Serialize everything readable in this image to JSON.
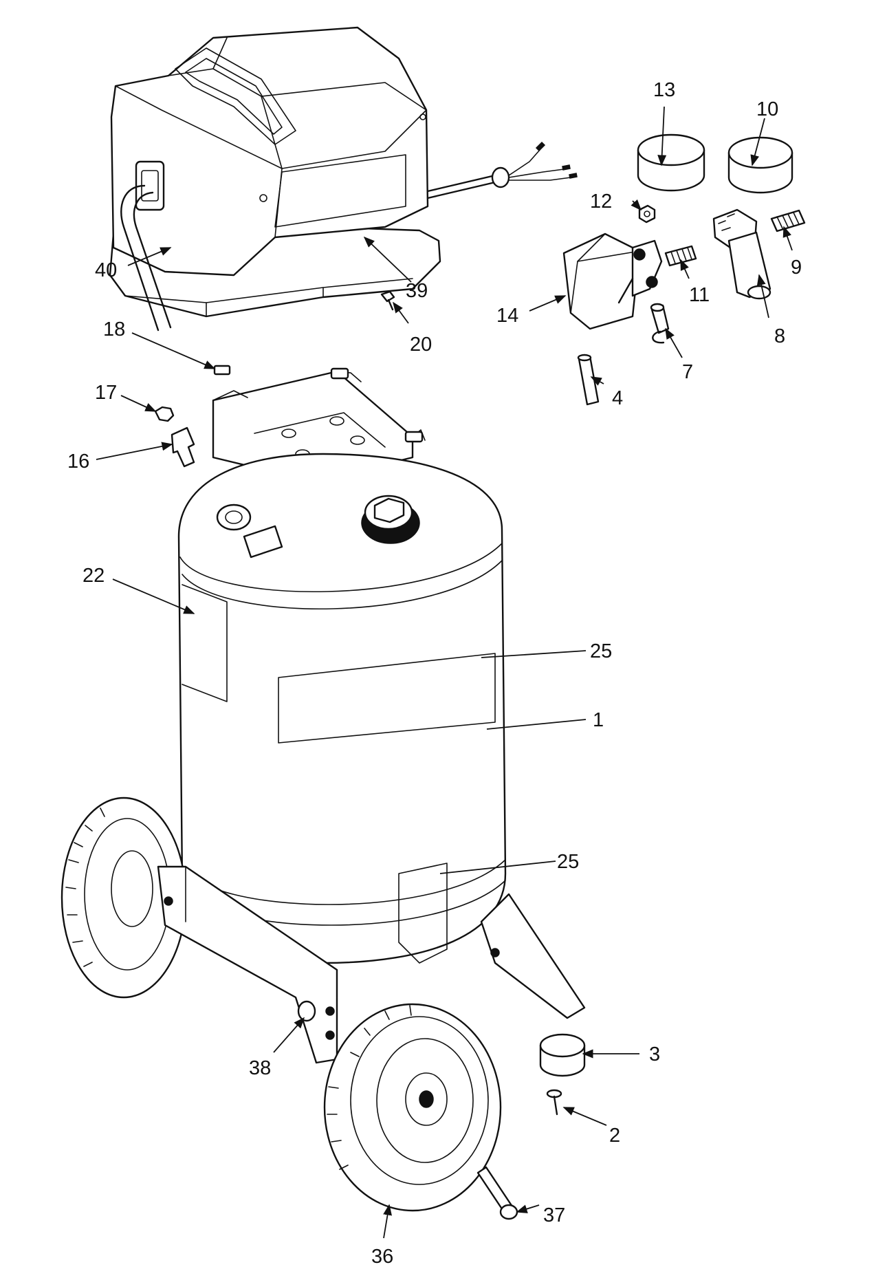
{
  "callouts": [
    {
      "id": "c13",
      "text": "13"
    },
    {
      "id": "c10",
      "text": "10"
    },
    {
      "id": "c12",
      "text": "12"
    },
    {
      "id": "c9",
      "text": "9"
    },
    {
      "id": "c11",
      "text": "11"
    },
    {
      "id": "c8",
      "text": "8"
    },
    {
      "id": "c14",
      "text": "14"
    },
    {
      "id": "c7",
      "text": "7"
    },
    {
      "id": "c4",
      "text": "4"
    },
    {
      "id": "c40",
      "text": "40"
    },
    {
      "id": "c39",
      "text": "39"
    },
    {
      "id": "c20",
      "text": "20"
    },
    {
      "id": "c18",
      "text": "18"
    },
    {
      "id": "c17",
      "text": "17"
    },
    {
      "id": "c16",
      "text": "16"
    },
    {
      "id": "c22",
      "text": "22"
    },
    {
      "id": "c25a",
      "text": "25"
    },
    {
      "id": "c1",
      "text": "1"
    },
    {
      "id": "c25b",
      "text": "25"
    },
    {
      "id": "c3",
      "text": "3"
    },
    {
      "id": "c38",
      "text": "38"
    },
    {
      "id": "c2",
      "text": "2"
    },
    {
      "id": "c37",
      "text": "37"
    },
    {
      "id": "c36",
      "text": "36"
    }
  ],
  "colors": {
    "ink": "#111111",
    "paper": "#ffffff"
  }
}
